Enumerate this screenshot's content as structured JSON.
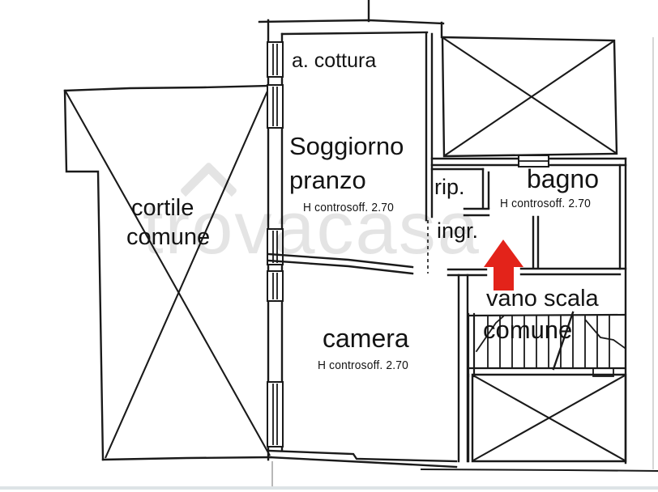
{
  "colors": {
    "arrow_red": "#e3231a",
    "line": "#1a1a1a"
  },
  "watermark": {
    "prefix": "tr",
    "o": "o",
    "suffix": "vacasa"
  },
  "rooms": {
    "cottura": {
      "label": "a. cottura"
    },
    "soggiorno": {
      "line1": "Soggiorno",
      "line2": "pranzo",
      "height_note": "H controsoff. 2.70"
    },
    "cortile": {
      "line1": "cortile",
      "line2": "comune"
    },
    "rip": {
      "label": "rip."
    },
    "ingr": {
      "label": "ingr."
    },
    "bagno": {
      "label": "bagno",
      "height_note": "H controsoff. 2.70"
    },
    "camera": {
      "label": "camera",
      "height_note": "H controsoff. 2.70"
    },
    "vano_scala": {
      "line1": "vano scala",
      "line2": "comune"
    }
  }
}
